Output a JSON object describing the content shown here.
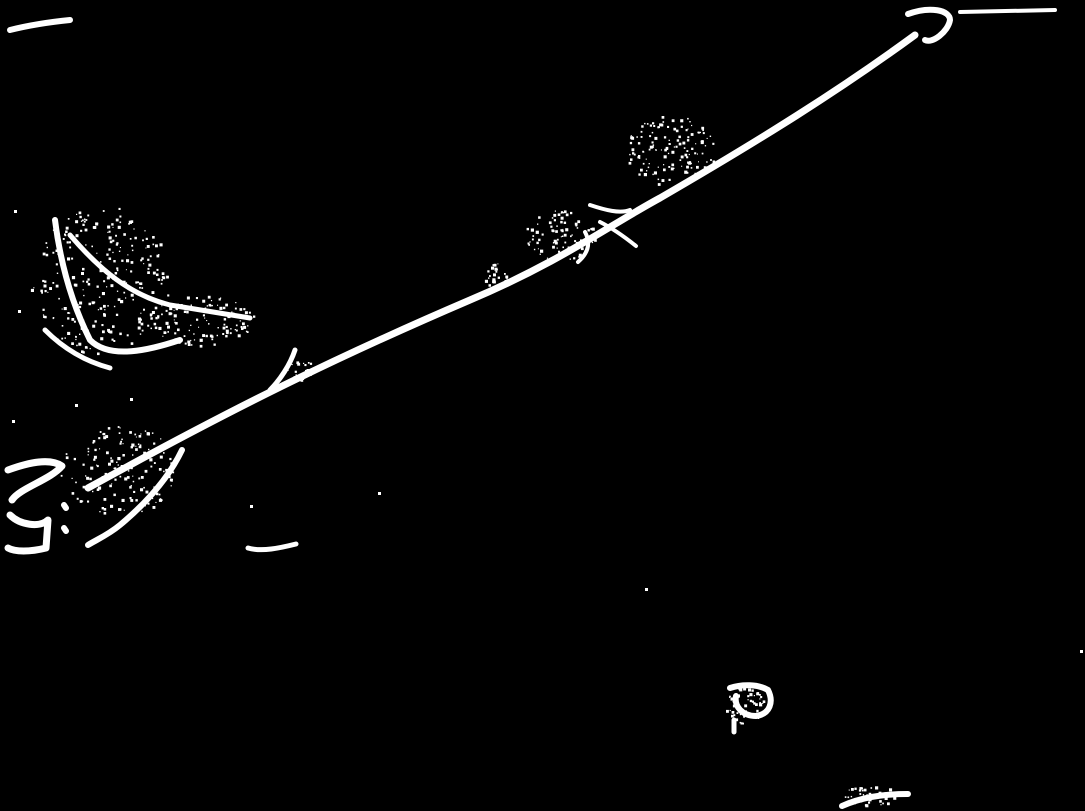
{
  "colors": {
    "background": "#000000",
    "ink": "#ffffff"
  },
  "scene": {
    "description_icons": [
      "diagonal-line-mark",
      "stroke-fragment",
      "noise-speckle"
    ]
  }
}
